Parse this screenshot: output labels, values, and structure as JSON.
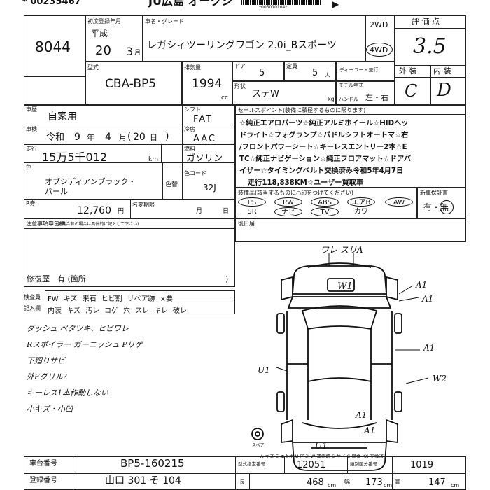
{
  "header": {
    "top_text": "* 00235467",
    "auction": "JU広島 オークシ",
    "barcode_text": "*005010104*"
  },
  "lot": {
    "number": "8044"
  },
  "first_reg": {
    "label": "初度登録年月",
    "era": "平成",
    "year": "20",
    "month": "3",
    "month_unit": "月"
  },
  "car_name": {
    "label": "車名・グレード",
    "value": "レガシィツーリングワゴン 2.0i_Bスポーツ"
  },
  "drive": {
    "opt1": "2WD",
    "opt2": "4WD"
  },
  "grade": {
    "label": "評 価 点",
    "value": "3.5"
  },
  "model": {
    "label": "型式",
    "value": "CBA-BP5"
  },
  "displacement": {
    "label": "排気量",
    "value": "1994",
    "unit": "cc"
  },
  "doors": {
    "label": "ドア",
    "value": "5"
  },
  "capacity": {
    "label": "定員",
    "value": "5",
    "unit": "人"
  },
  "dealer": {
    "label": "ディーラー・並行"
  },
  "model_year": {
    "label": "モデル年式"
  },
  "shape": {
    "label": "形状",
    "value": "ステW"
  },
  "load": {
    "label": "積載量",
    "unit": "kg"
  },
  "handle": {
    "label": "ハンドル",
    "value": "左・右"
  },
  "exterior": {
    "label": "外 装",
    "value": "C"
  },
  "interior": {
    "label": "内 装",
    "value": "D"
  },
  "usage": {
    "label": "車歴",
    "value": "自家用"
  },
  "shift": {
    "label": "シフト",
    "value": "FAT"
  },
  "inspection": {
    "label": "車検",
    "era": "令和",
    "year": "9",
    "year_unit": "年",
    "month": "4",
    "month_unit": "月",
    "day": "20",
    "day_unit": "日"
  },
  "aircon": {
    "label": "冷房",
    "value": "AAC"
  },
  "mileage": {
    "label": "走行",
    "value": "15万5千012",
    "unit": "km"
  },
  "fuel": {
    "label": "燃料",
    "value": "ガソリン"
  },
  "color": {
    "label": "色",
    "value1": "オブシディアンブラック・",
    "value2": "パール",
    "sub_label": "色替",
    "code_label": "色コード",
    "code": "32J"
  },
  "recycle": {
    "label": "R券",
    "value": "12,760",
    "unit": "円",
    "rename_label": "名変期限",
    "month_unit": "月",
    "day_unit": "日"
  },
  "sales_points": {
    "label": "セールスポイント(装備に積極するものに限ります)",
    "lines": [
      "☆純正エアロパーツ☆純正アルミホイール☆HIDヘッ",
      "ドライト☆フォグランプ☆パドルシフトオートマ☆右",
      "/フロントパワーシート☆キーレスエントリー2本☆E",
      "TC☆純正ナビゲーション☆純正フロアマット☆ドアバ",
      "イザー☆タイミングベルト交換済み令和5年4月7日",
      "走行118,838KM☆ユーザー買取車"
    ]
  },
  "equipment": {
    "label": "装備品(該当するものに○印をつけてください)",
    "items": [
      "PS",
      "PW",
      "ABS",
      "エアB",
      "AW",
      "SR",
      "ナビ",
      "TV",
      "カワ"
    ],
    "new_label": "新車保証書",
    "new_value": "有・無"
  },
  "notes": {
    "label": "注意事項申告欄",
    "sub": "(不具合有の場合は具体的に記入して下さい)",
    "repair_label": "修復歴",
    "repair_value": "有 (箇所",
    "repair_close": ")"
  },
  "after_label": "後日届",
  "inspector": {
    "label1": "検査員",
    "label2": "記入欄",
    "row1": [
      "FW",
      "キズ",
      "来石",
      "ヒビ割",
      "リペア跡",
      "×要"
    ],
    "row2": [
      "内装",
      "キズ",
      "汚レ",
      "コゲ",
      "穴",
      "スレ",
      "キレ",
      "破レ"
    ]
  },
  "handwriting": [
    "ダッシュ ベタツキ、ヒビワレ",
    "Rスポイラー ガーニッシュ Pリゲ",
    "下廻りサビ",
    "外Fグリル?",
    "キーレス1本作動しない",
    "小キズ・小凹"
  ],
  "diagram": {
    "marks": [
      "W1",
      "A1",
      "A1",
      "U1",
      "A1",
      "W2",
      "A1",
      "A1",
      "U1"
    ],
    "top_note": "ワレ スリA",
    "spare": "スペア",
    "legend": "A-キズ E-エクボ U-凹ミ W-補修跡 S-サビ C-腐食 XX-交換済"
  },
  "chassis": {
    "label": "車台番号",
    "value": "BP5-160215"
  },
  "reg_no": {
    "label": "登録番号",
    "value": "山口 301 そ 104"
  },
  "type_no": {
    "label": "型式指定番号",
    "value": "12051"
  },
  "cat_no": {
    "label": "類別区分番号",
    "value": "1019"
  },
  "dims": {
    "length_label": "長",
    "length": "468",
    "width_label": "幅",
    "width": "173",
    "height_label": "高",
    "height": "147",
    "unit": "cm"
  }
}
